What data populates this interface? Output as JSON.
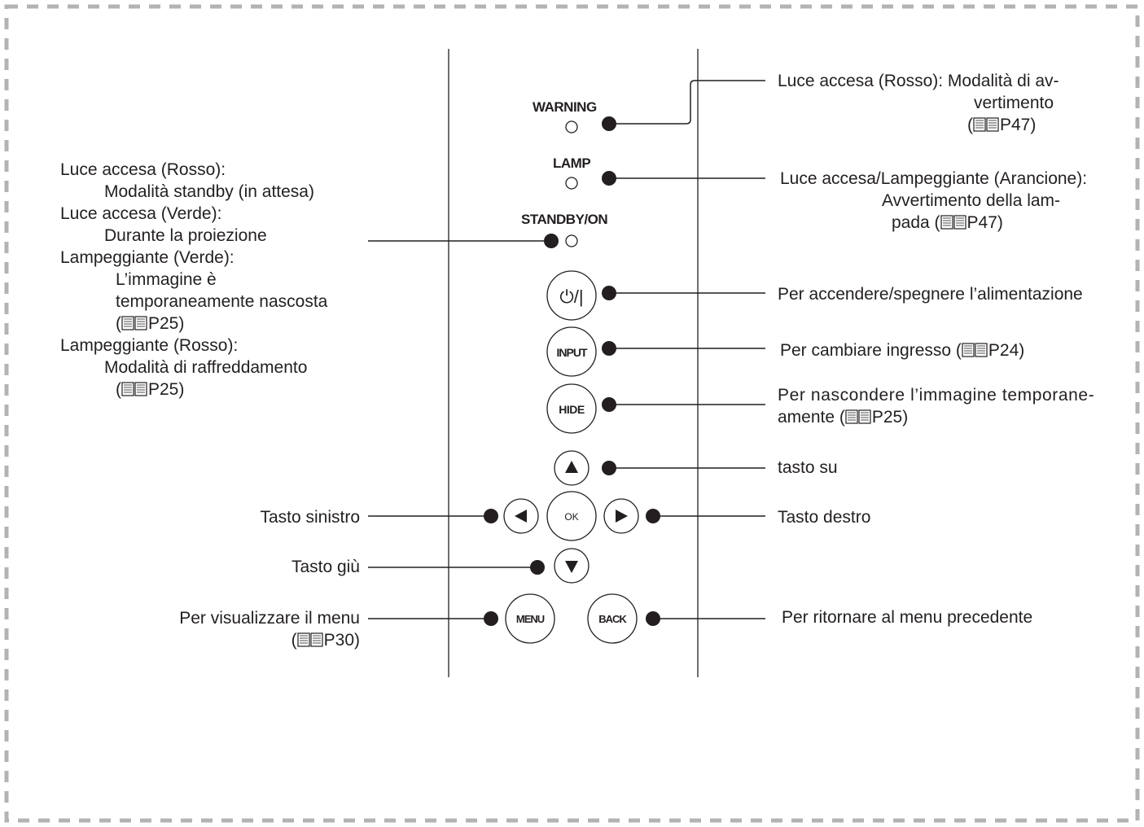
{
  "indicators": {
    "warning": "WARNING",
    "lamp": "LAMP",
    "standby": "STANDBY/ON"
  },
  "buttons": {
    "power": "⏻/|",
    "input": "INPUT",
    "hide": "HIDE",
    "ok": "OK",
    "menu": "MENU",
    "back": "BACK"
  },
  "right": {
    "warning": [
      "Luce accesa (Rosso): Modalità di av-",
      "vertimento",
      "(",
      "P47)"
    ],
    "lamp": [
      "Luce accesa/Lampeggiante (Arancione):",
      "Avvertimento della lam-",
      "pada (",
      "P47)"
    ],
    "power": "Per accendere/spegnere l’alimentazione",
    "input": [
      "Per cambiare ingresso (",
      "P24)"
    ],
    "hide": [
      "Per nascondere l’immagine temporane-",
      "amente (",
      "P25)"
    ],
    "up": "tasto su",
    "rightkey": "Tasto destro",
    "back": "Per ritornare al menu precedente"
  },
  "left": {
    "standby": [
      "Luce accesa (Rosso):",
      "Modalità standby (in attesa)",
      "Luce accesa (Verde):",
      "Durante la proiezione",
      "Lampeggiante (Verde):",
      "L’immagine è",
      "temporaneamente nascosta",
      "(",
      "P25)",
      "Lampeggiante (Rosso):",
      "Modalità di raffreddamento",
      "(",
      "P25)"
    ],
    "leftkey": "Tasto sinistro",
    "down": "Tasto giù",
    "menu": [
      "Per visualizzare il menu",
      "(",
      "P30)"
    ]
  },
  "colors": {
    "ink": "#231f20",
    "frame": "#b3b3b3"
  },
  "icons": [
    "book-icon",
    "up-arrow-icon",
    "down-arrow-icon",
    "left-arrow-icon",
    "right-arrow-icon",
    "power-icon"
  ]
}
